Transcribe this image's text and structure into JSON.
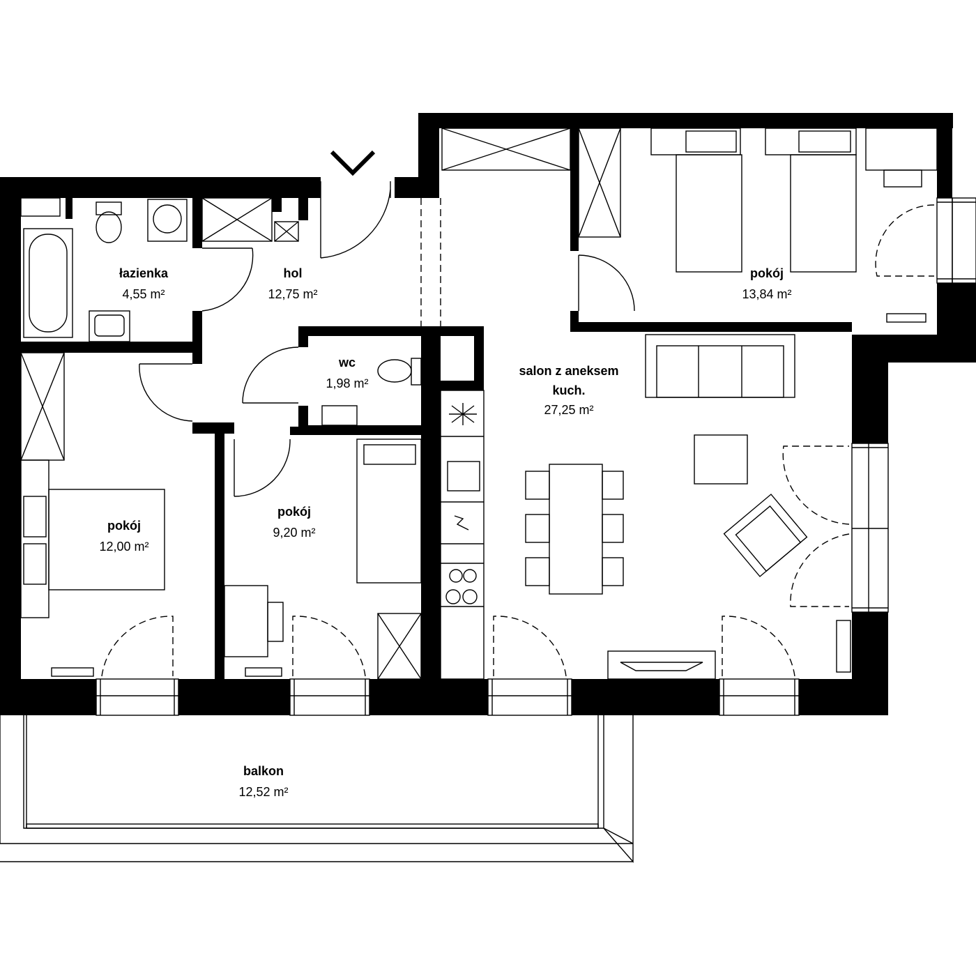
{
  "rooms": {
    "lazienka": {
      "name": "łazienka",
      "area": "4,55 m²"
    },
    "hol": {
      "name": "hol",
      "area": "12,75 m²"
    },
    "wc": {
      "name": "wc",
      "area": "1,98 m²"
    },
    "salon": {
      "name_line1": "salon z aneksem",
      "name_line2": "kuch.",
      "area": "27,25 m²"
    },
    "pokoj_ne": {
      "name": "pokój",
      "area": "13,84 m²"
    },
    "pokoj_w": {
      "name": "pokój",
      "area": "12,00 m²"
    },
    "pokoj_mid": {
      "name": "pokój",
      "area": "9,20 m²"
    },
    "balkon": {
      "name": "balkon",
      "area": "12,52 m²"
    }
  },
  "icons": {
    "entrance": "entrance-chevron-icon"
  }
}
